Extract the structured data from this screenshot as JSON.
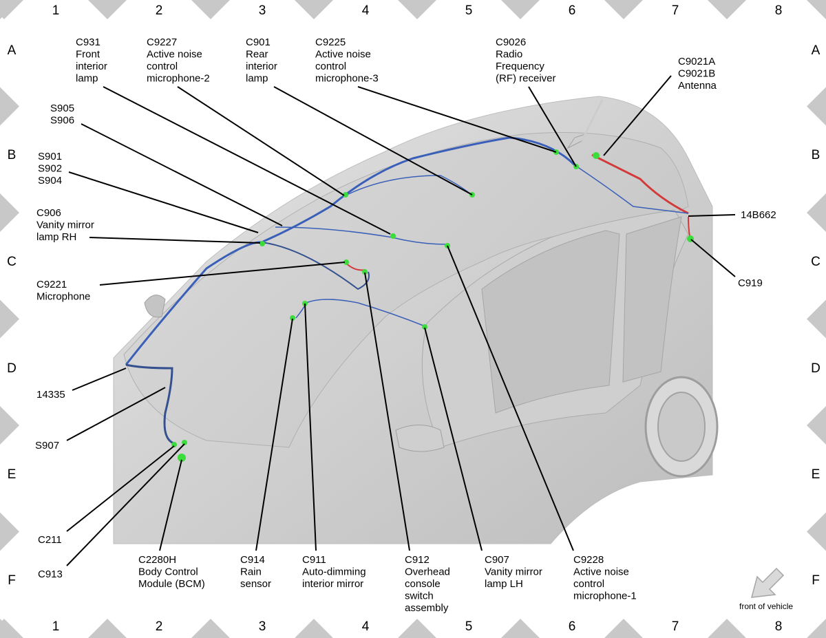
{
  "grid": {
    "columns": [
      "1",
      "2",
      "3",
      "4",
      "5",
      "6",
      "7",
      "8"
    ],
    "rows": [
      "A",
      "B",
      "C",
      "D",
      "E",
      "F"
    ]
  },
  "callouts": [
    {
      "id": "c931",
      "lines": [
        "C931",
        "Front",
        "interior",
        "lamp"
      ]
    },
    {
      "id": "c9227",
      "lines": [
        "C9227",
        "Active noise",
        "control",
        "microphone-2"
      ]
    },
    {
      "id": "c901",
      "lines": [
        "C901",
        "Rear",
        "interior",
        "lamp"
      ]
    },
    {
      "id": "c9225",
      "lines": [
        "C9225",
        "Active noise",
        "control",
        "microphone-3"
      ]
    },
    {
      "id": "c9026",
      "lines": [
        "C9026",
        "Radio",
        "Frequency",
        "(RF) receiver"
      ]
    },
    {
      "id": "c9021",
      "lines": [
        "C9021A",
        "C9021B",
        "Antenna"
      ]
    },
    {
      "id": "s905",
      "lines": [
        "S905",
        "S906"
      ]
    },
    {
      "id": "s901",
      "lines": [
        "S901",
        "S902",
        "S904"
      ]
    },
    {
      "id": "c906",
      "lines": [
        "C906",
        "Vanity mirror",
        "lamp RH"
      ]
    },
    {
      "id": "14b662",
      "lines": [
        "14B662"
      ]
    },
    {
      "id": "c919",
      "lines": [
        "C919"
      ]
    },
    {
      "id": "c9221",
      "lines": [
        "C9221",
        "Microphone"
      ]
    },
    {
      "id": "14335",
      "lines": [
        "14335"
      ]
    },
    {
      "id": "s907",
      "lines": [
        "S907"
      ]
    },
    {
      "id": "c211",
      "lines": [
        "C211"
      ]
    },
    {
      "id": "c913",
      "lines": [
        "C913"
      ]
    },
    {
      "id": "c2280h",
      "lines": [
        "C2280H",
        "Body Control",
        "Module (BCM)"
      ]
    },
    {
      "id": "c914",
      "lines": [
        "C914",
        "Rain",
        "sensor"
      ]
    },
    {
      "id": "c911",
      "lines": [
        "C911",
        "Auto-dimming",
        "interior mirror"
      ]
    },
    {
      "id": "c912",
      "lines": [
        "C912",
        "Overhead",
        "console",
        "switch",
        "assembly"
      ]
    },
    {
      "id": "c907",
      "lines": [
        "C907",
        "Vanity mirror",
        "lamp LH"
      ]
    },
    {
      "id": "c9228",
      "lines": [
        "C9228",
        "Active noise",
        "control",
        "microphone-1"
      ]
    }
  ],
  "orientation": {
    "label": "front of vehicle"
  },
  "colors": {
    "harness_blue": "#3a5fb8",
    "harness_red": "#d23a3a",
    "connector_green": "#3ddc3d",
    "car_body": "#d6d6d6",
    "frame_grey": "#c8c8c8"
  }
}
